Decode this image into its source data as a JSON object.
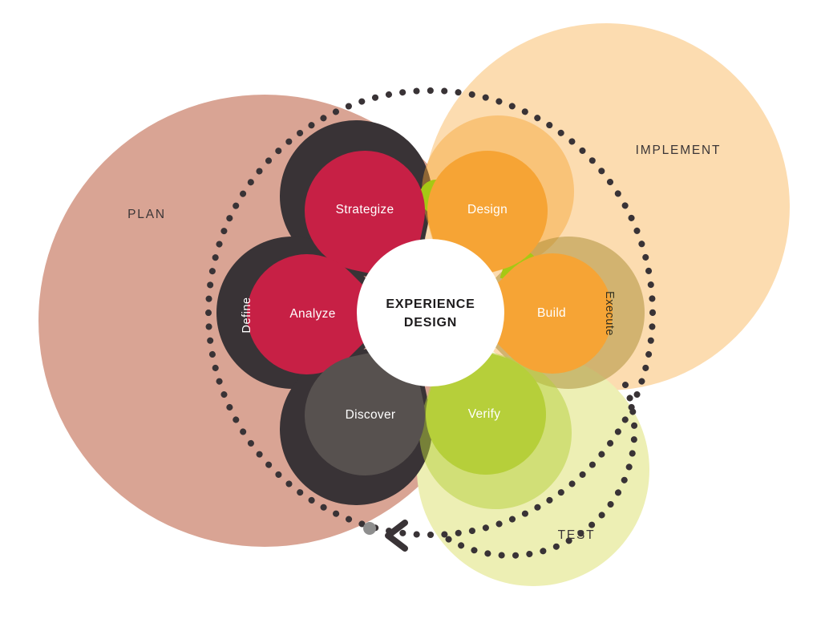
{
  "diagram": {
    "center": {
      "line1": "EXPERIENCE",
      "line2": "DESIGN"
    },
    "regions": {
      "plan": {
        "label": "PLAN"
      },
      "implement": {
        "label": "IMPLEMENT"
      },
      "test": {
        "label": "TEST"
      }
    },
    "petals": {
      "strategize": {
        "label": "Strategize"
      },
      "design": {
        "label": "Design"
      },
      "analyze": {
        "label": "Analyze"
      },
      "build": {
        "label": "Build"
      },
      "discover": {
        "label": "Discover"
      },
      "verify": {
        "label": "Verify"
      }
    },
    "side_labels": {
      "define": {
        "label": "Define"
      },
      "execute": {
        "label": "Execute"
      }
    },
    "colors": {
      "plan_circle": "#d9a494",
      "implement_circle": "#fcdcb0",
      "test_circle": "#edefb4",
      "crimson": "#c72045",
      "charcoal": "#393336",
      "discover_gray": "#57514f",
      "orange": "#f6a435",
      "green": "#b6cf3a",
      "leaf_green": "#a6c814",
      "dot_ring": "#393336",
      "label_dark": "#3b3637"
    }
  }
}
